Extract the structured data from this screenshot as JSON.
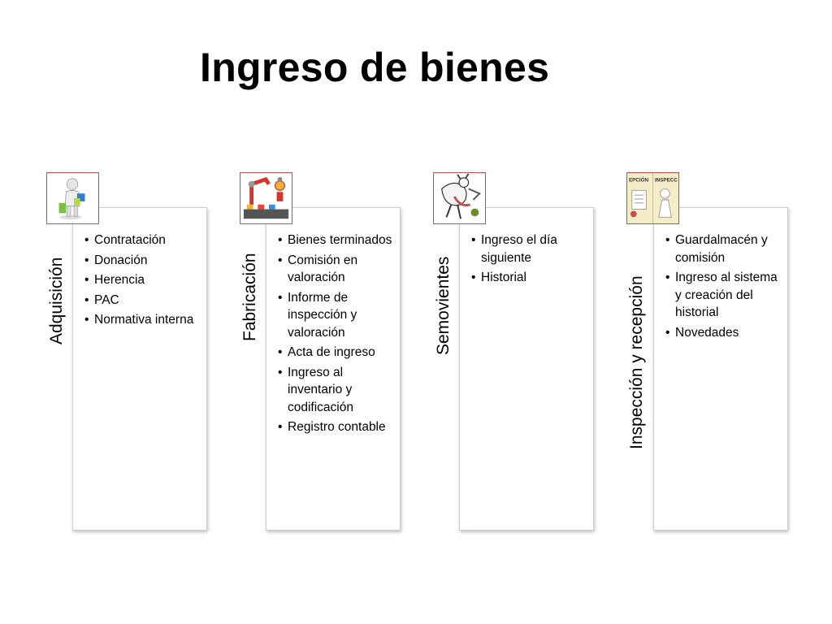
{
  "title": "Ingreso de bienes",
  "columns": [
    {
      "label": "Adquisición",
      "icon": "person-shopping-icon",
      "items": [
        "Contratación",
        "Donación",
        "Herencia",
        "PAC",
        "Normativa interna"
      ]
    },
    {
      "label": "Fabricación",
      "icon": "factory-robot-icon",
      "items": [
        "Bienes terminados",
        "Comisión en valoración",
        "Informe de inspección y valoración",
        "Acta de ingreso",
        "Ingreso al inventario y codificación",
        "Registro contable"
      ]
    },
    {
      "label": "Semovientes",
      "icon": "running-animal-icon",
      "items": [
        "Ingreso el día siguiente",
        "Historial"
      ]
    },
    {
      "label": "Inspección y recepción",
      "icon": "inspection-documents-icon",
      "icon_text": [
        "EPCIÓN",
        "INSPECC"
      ],
      "items": [
        "Guardalmacén y comisión",
        "Ingreso al sistema y creación del historial",
        "Novedades"
      ]
    }
  ]
}
